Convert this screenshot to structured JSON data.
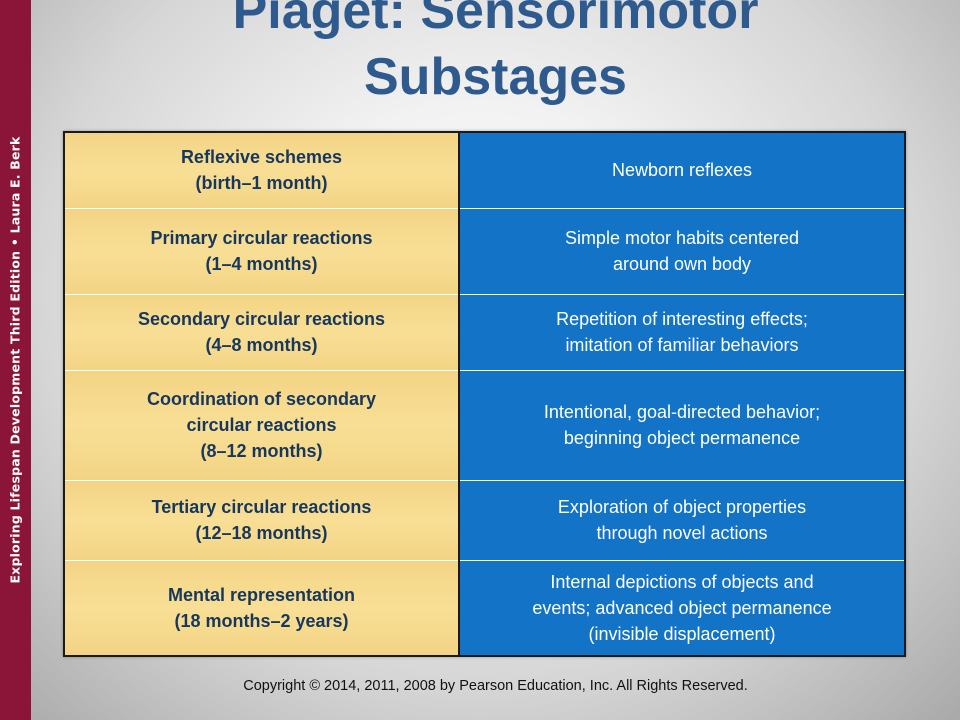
{
  "sidebar": {
    "text": "Exploring Lifespan Development  Third Edition • Laura E. Berk"
  },
  "title": {
    "line1": "Piaget: Sensorimotor",
    "line2": "Substages"
  },
  "table": {
    "rows": [
      {
        "stage_line1": "Reflexive schemes",
        "stage_line2": "(birth–1 month)",
        "stage_line3": "",
        "desc_line1": "Newborn reflexes",
        "desc_line2": "",
        "desc_line3": ""
      },
      {
        "stage_line1": "Primary circular reactions",
        "stage_line2": "(1–4 months)",
        "stage_line3": "",
        "desc_line1": "Simple motor habits centered",
        "desc_line2": "around own body",
        "desc_line3": ""
      },
      {
        "stage_line1": "Secondary circular reactions",
        "stage_line2": "(4–8 months)",
        "stage_line3": "",
        "desc_line1": "Repetition of interesting effects;",
        "desc_line2": "imitation of familiar behaviors",
        "desc_line3": ""
      },
      {
        "stage_line1": "Coordination of secondary",
        "stage_line2": "circular reactions",
        "stage_line3": "(8–12 months)",
        "desc_line1": "Intentional, goal-directed behavior;",
        "desc_line2": "beginning object permanence",
        "desc_line3": ""
      },
      {
        "stage_line1": "Tertiary circular reactions",
        "stage_line2": "(12–18 months)",
        "stage_line3": "",
        "desc_line1": "Exploration of object properties",
        "desc_line2": "through novel actions",
        "desc_line3": ""
      },
      {
        "stage_line1": "Mental representation",
        "stage_line2": "(18 months–2 years)",
        "stage_line3": "",
        "desc_line1": "Internal depictions of objects and",
        "desc_line2": "events; advanced object permanence",
        "desc_line3": "(invisible displacement)"
      }
    ]
  },
  "footer": {
    "copyright": "Copyright © 2014, 2011, 2008 by Pearson Education, Inc. All Rights Reserved."
  },
  "colors": {
    "sidebar": "#8a1538",
    "title": "#2e5a8e",
    "stage_cell": "#f6d98a",
    "stage_text": "#17375e",
    "desc_cell": "#1273c7",
    "desc_text": "#ffffff"
  }
}
